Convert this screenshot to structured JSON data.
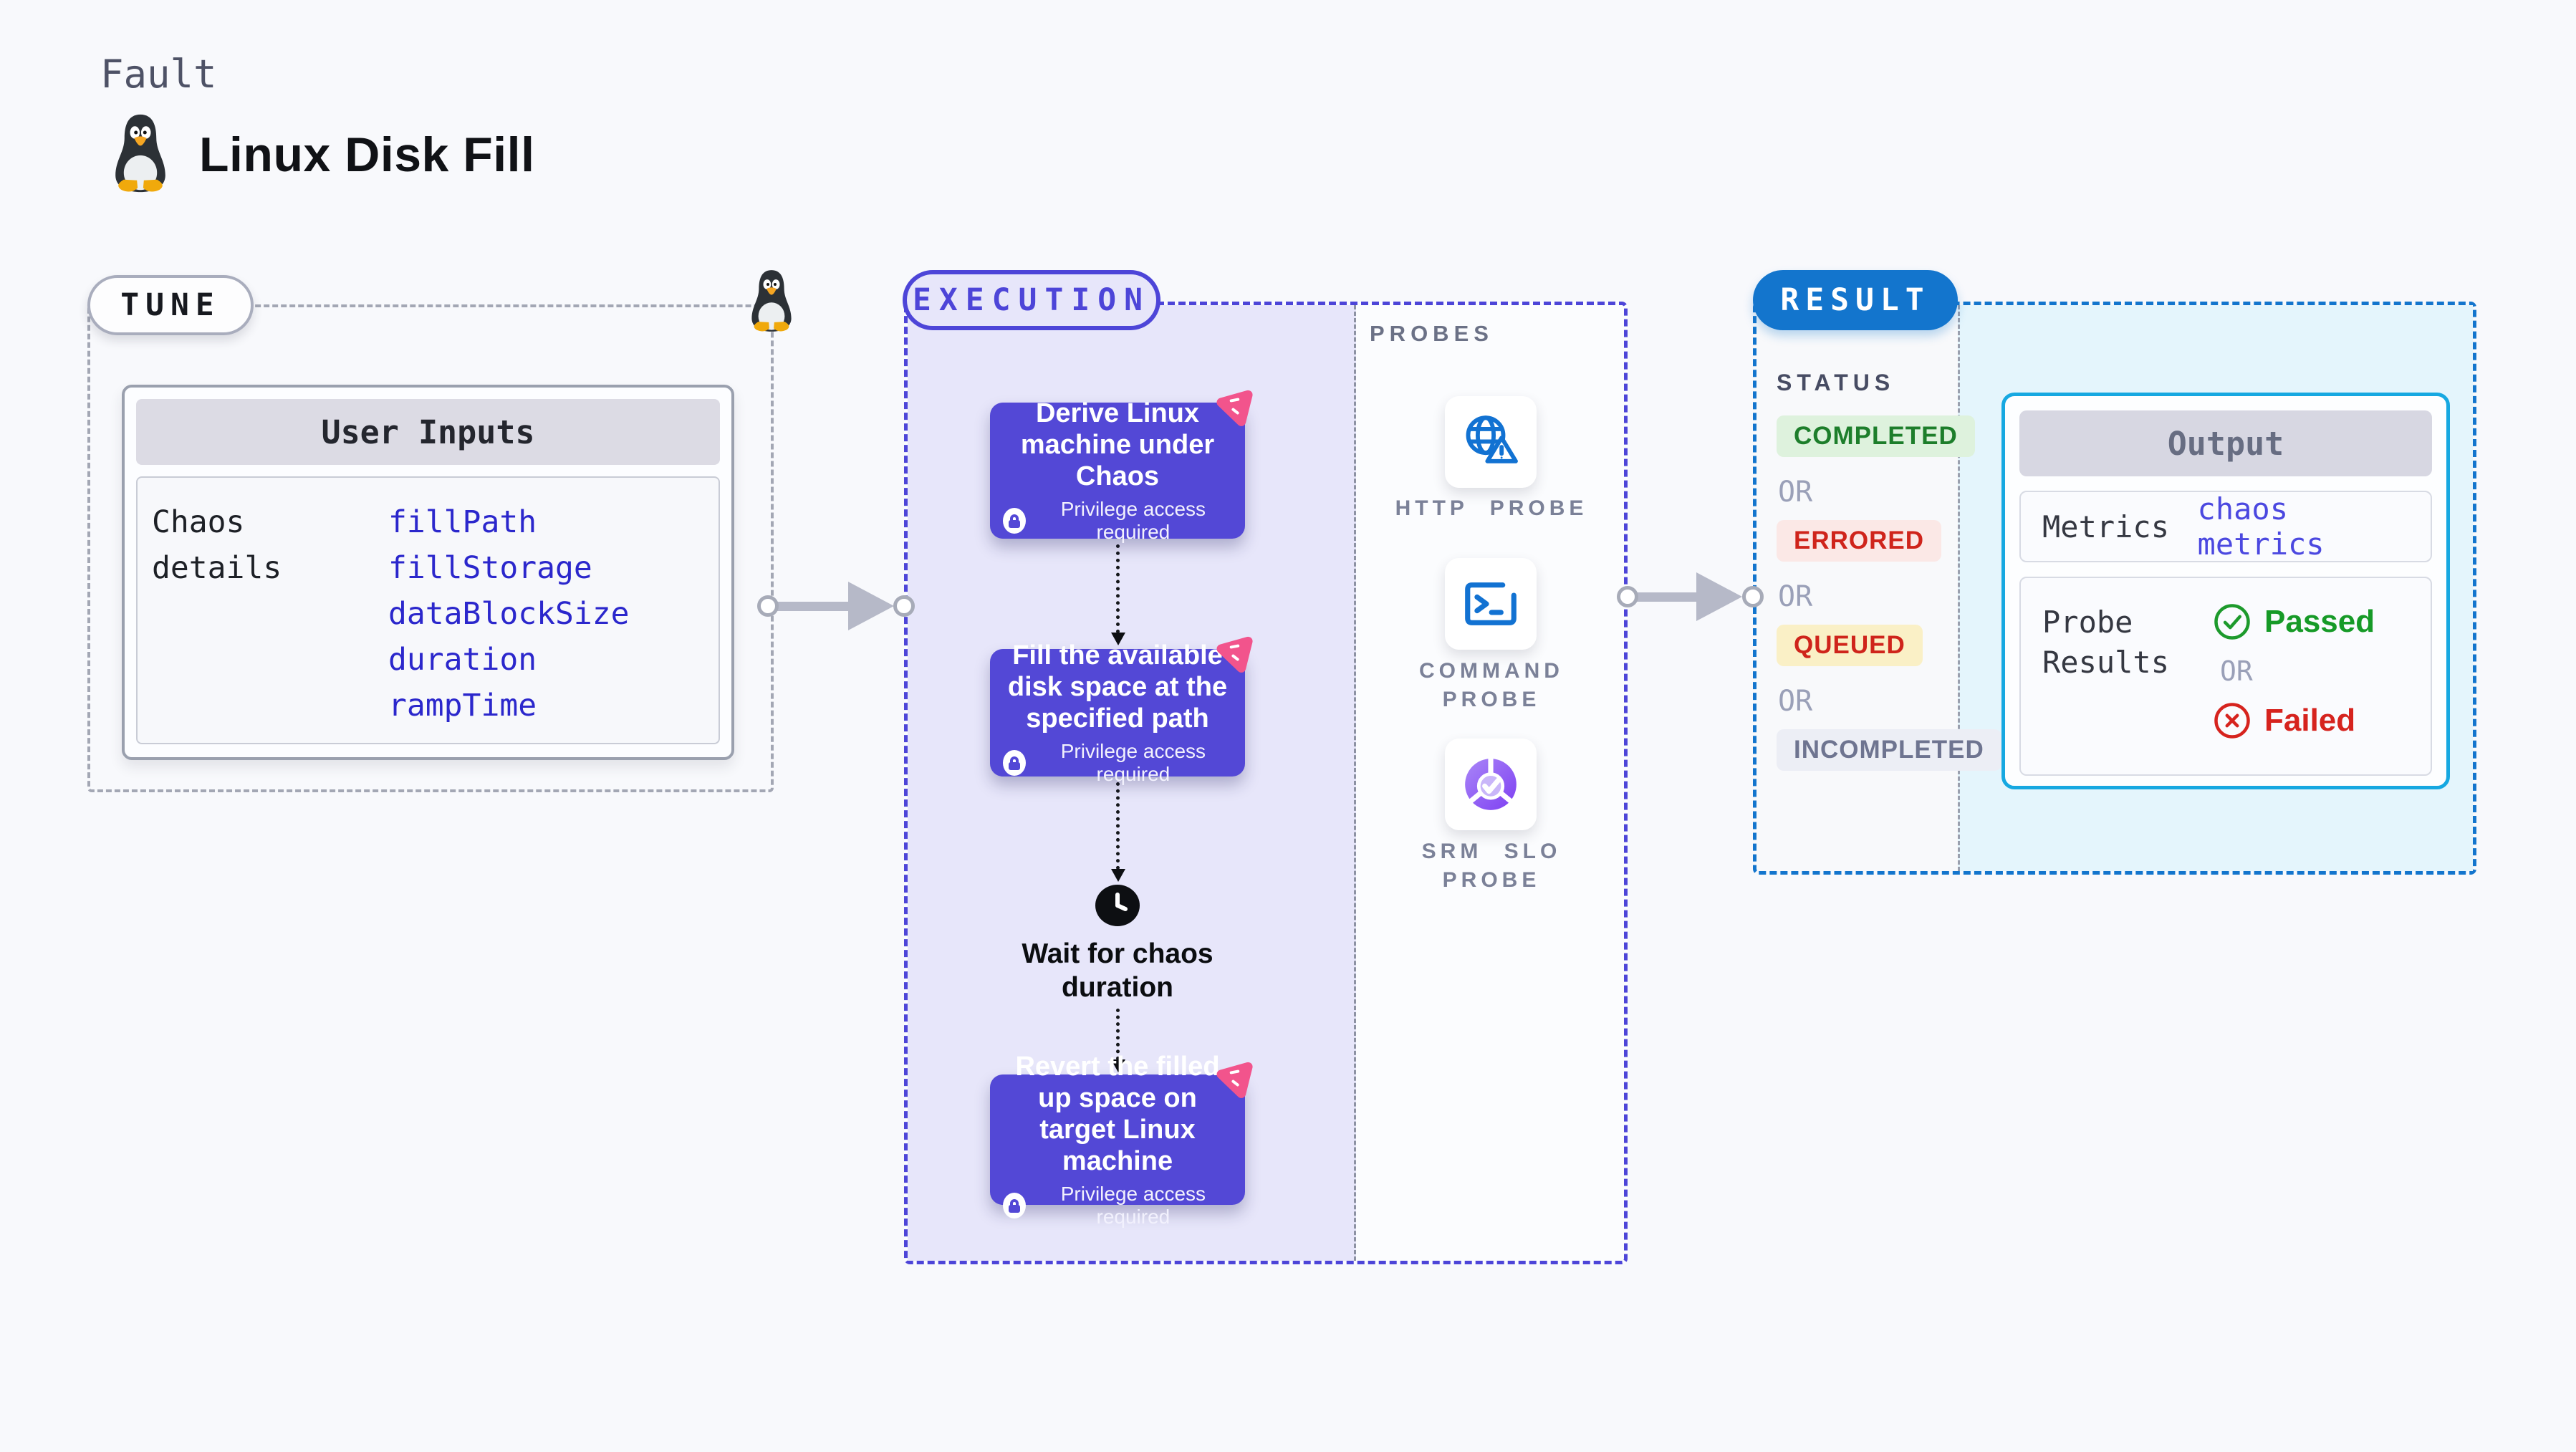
{
  "header": {
    "kicker": "Fault",
    "title": "Linux Disk Fill"
  },
  "tune": {
    "label": "TUNE",
    "card_title": "User Inputs",
    "row_label": "Chaos details",
    "inputs": [
      "fillPath",
      "fillStorage",
      "dataBlockSize",
      "duration",
      "rampTime"
    ]
  },
  "execution": {
    "label": "EXECUTION",
    "privilege_label": "Privilege access required",
    "steps": [
      "Derive Linux machine under Chaos",
      "Fill the available disk space at the specified path",
      "Revert the filled up space on target Linux machine"
    ],
    "wait_label": "Wait for chaos duration"
  },
  "probes": {
    "label": "PROBES",
    "items": [
      {
        "label": "HTTP PROBE",
        "icon": "http-probe-icon"
      },
      {
        "label": "COMMAND PROBE",
        "icon": "command-probe-icon"
      },
      {
        "label": "SRM SLO PROBE",
        "icon": "srm-slo-probe-icon"
      }
    ]
  },
  "result": {
    "label": "RESULT",
    "status_title": "STATUS",
    "or_label": "OR",
    "statuses": [
      {
        "label": "COMPLETED",
        "type": "completed"
      },
      {
        "label": "ERRORED",
        "type": "errored"
      },
      {
        "label": "QUEUED",
        "type": "queued"
      },
      {
        "label": "INCOMPLETED",
        "type": "incompleted"
      }
    ],
    "output": {
      "title": "Output",
      "metrics_label": "Metrics",
      "metrics_value": "chaos metrics",
      "probe_results_label": "Probe Results",
      "passed_label": "Passed",
      "failed_label": "Failed"
    }
  },
  "colors": {
    "page_bg": "#f8f9fc",
    "step_purple": "#5348d6",
    "execution_accent": "#4d45d8",
    "execution_bg": "#e7e6fa",
    "result_accent": "#1375cd",
    "output_border_cyan": "#16a8e1",
    "output_bg_cyan": "#e4f5fc",
    "chaos_pink": "#f2548c",
    "input_link_blue": "#2b27cc",
    "metrics_value_blue": "#4b48e0",
    "passed_green": "#169a27",
    "failed_red": "#d6231e",
    "completed_badge": "#def2dd",
    "errored_badge": "#fbe8e6",
    "queued_badge": "#faf0c6",
    "incompleted_badge": "#eceef5",
    "probe_icon_blue": "#1272d2",
    "srm_icon_purple": "#8a5cf5"
  }
}
